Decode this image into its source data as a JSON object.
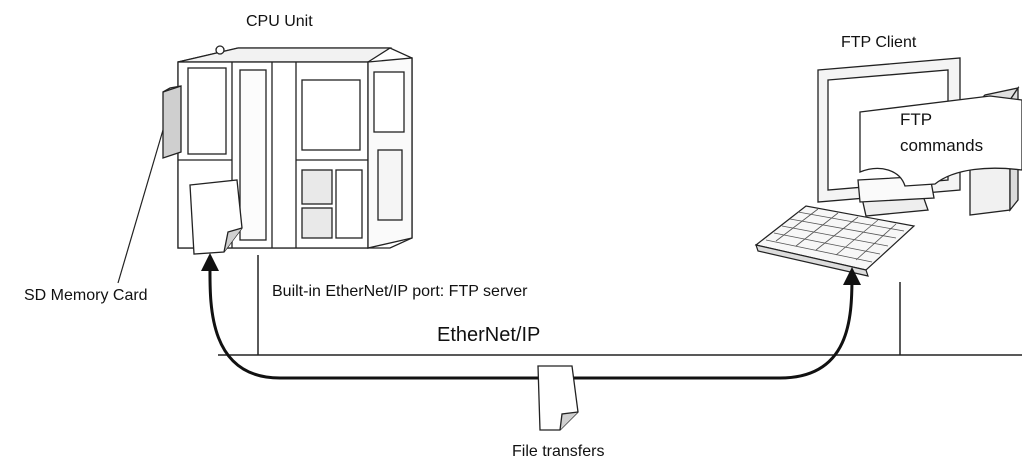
{
  "labels": {
    "cpu_unit": "CPU Unit",
    "ftp_client": "FTP Client",
    "sd_card": "SD Memory Card",
    "port": "Built-in EtherNet/IP port: FTP server",
    "network": "EtherNet/IP",
    "file_transfers": "File transfers",
    "ftp_note_line1": "FTP",
    "ftp_note_line2": "commands"
  },
  "icons": [
    "cpu-unit-icon",
    "sd-card-icon",
    "computer-monitor-icon",
    "keyboard-icon",
    "document-icon"
  ]
}
